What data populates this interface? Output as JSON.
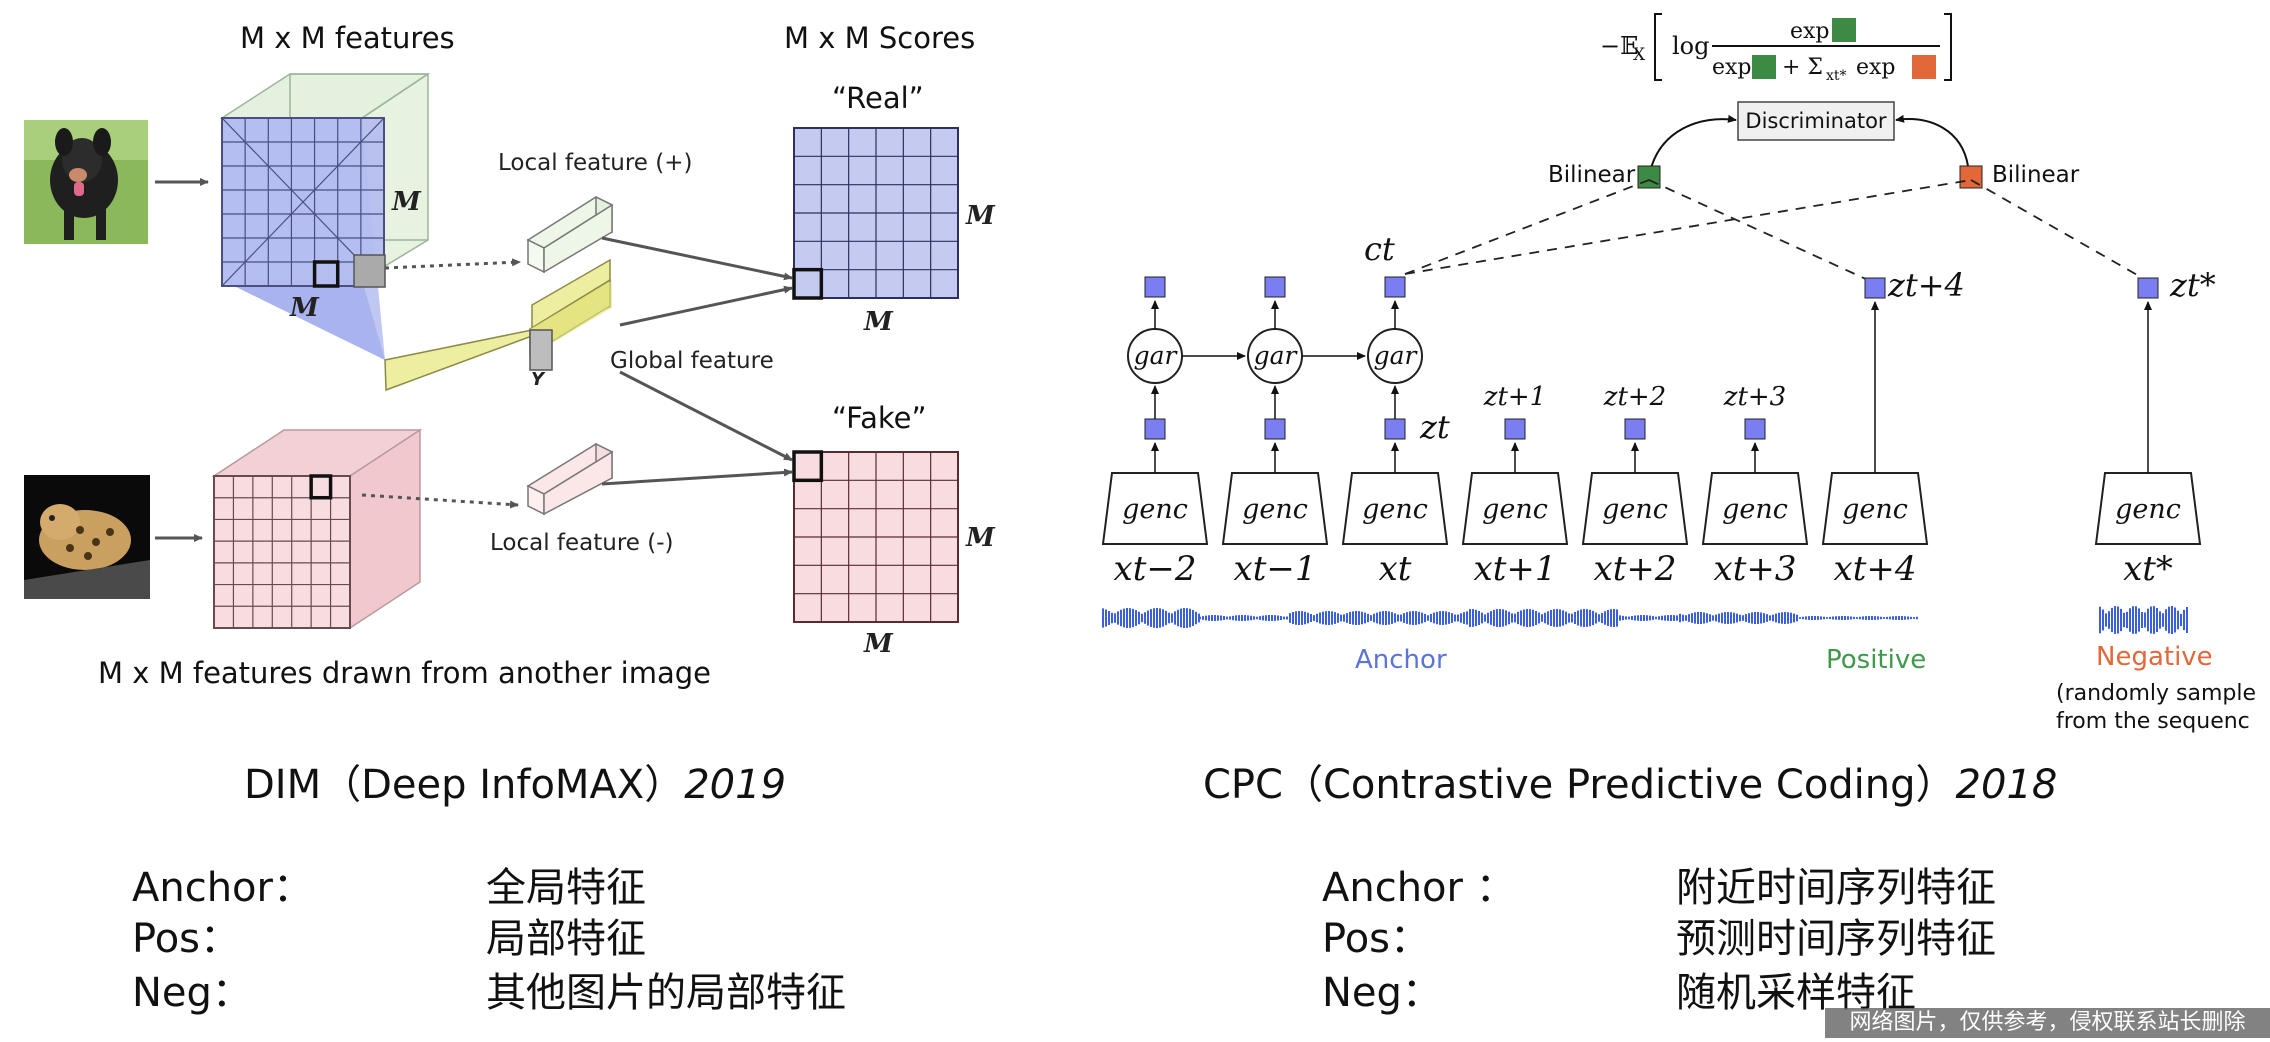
{
  "dim": {
    "features_label": "M x M features",
    "scores_label": "M x M Scores",
    "real_label": "“Real”",
    "fake_label": "“Fake”",
    "local_pos": "Local feature (+)",
    "local_neg": "Local feature (-)",
    "global_feature": "Global feature",
    "y_label": "Y",
    "m_label": "M",
    "another_image": "M x M features drawn from another image",
    "caption_text": "DIM（Deep InfoMAX）",
    "caption_year": "2019"
  },
  "cpc": {
    "loss_formula": "−𝔼X [ log exp / ( exp + Σxt* exp ) ]",
    "discriminator": "Discriminator",
    "bilinear": "Bilinear",
    "ct": "ct",
    "gar": "gar",
    "genc": "genc",
    "z_labels": [
      "zt",
      "zt+1",
      "zt+2",
      "zt+3",
      "zt+4",
      "zt*"
    ],
    "x_labels": [
      "xt−2",
      "xt−1",
      "xt",
      "xt+1",
      "xt+2",
      "xt+3",
      "xt+4",
      "xt*"
    ],
    "anchor_label": "Anchor",
    "positive_label": "Positive",
    "negative_label": "Negative",
    "negative_note_1": "(randomly sample",
    "negative_note_2": "from the sequenc",
    "caption_text": "CPC（Contrastive Predictive Coding）",
    "caption_year": "2018"
  },
  "dim_rows": [
    {
      "key": "Anchor：",
      "value": "全局特征"
    },
    {
      "key": "Pos：",
      "value": "局部特征"
    },
    {
      "key": "Neg：",
      "value": "其他图片的局部特征"
    }
  ],
  "cpc_rows": [
    {
      "key": "Anchor ：",
      "value": "附近时间序列特征"
    },
    {
      "key": "Pos：",
      "value": "预测时间序列特征"
    },
    {
      "key": "Neg：",
      "value": "随机采样特征"
    }
  ],
  "watermark": "网络图片，仅供参考，侵权联系站长删除",
  "colors": {
    "blue_feature": "#c5cbf0",
    "green_feature": "#e4f1de",
    "pink_feature": "#f8dde0",
    "yellow_feature": "#eeeea0",
    "cpc_square": "#7a7ef0",
    "positive_square": "#3d8a45",
    "negative_square": "#e2683a",
    "anchor_text": "#5b74d8",
    "positive_text": "#3d9a4a",
    "negative_text": "#e2683a",
    "waveform": "#3b5fe0"
  }
}
